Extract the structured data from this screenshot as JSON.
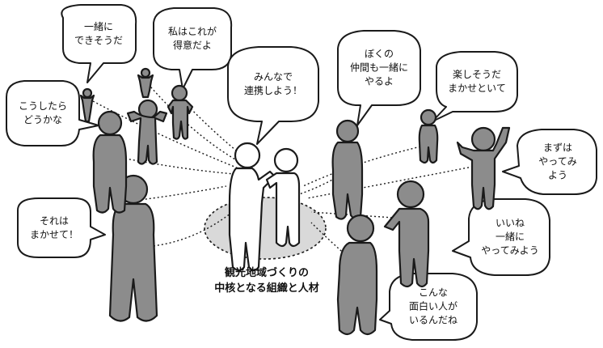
{
  "center": {
    "caption": "観光地域づくりの\n中核となる組織と人材",
    "speech": "みんなで\n連携しよう！"
  },
  "bubbles": {
    "b1": "一緒に\nできそうだ",
    "b2": "私はこれが\n得意だよ",
    "b3": "こうしたら\nどうかな",
    "b4": "それは\nまかせて！",
    "b5": "ぼくの\n仲間も一緒に\nやるよ",
    "b6": "楽しそうだ\nまかせといて",
    "b7": "まずは\nやってみよう",
    "b8": "いいね\n一緒に\nやってみよう",
    "b9": "こんな\n面白い人が\nいるんだね"
  },
  "colors": {
    "figure_fill": "#8c8c8c",
    "center_figure_fill": "#ffffff",
    "hub_fill": "#d9d9d9",
    "outline": "#1a1a1a"
  }
}
